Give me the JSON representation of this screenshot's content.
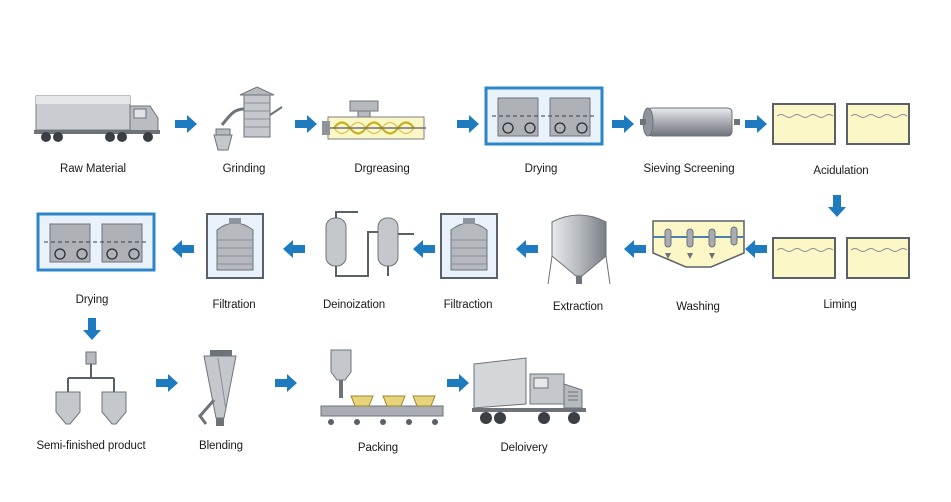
{
  "steps": {
    "raw_material": "Raw Material",
    "grinding": "Grinding",
    "degreasing": "Drgreasing",
    "drying_1": "Drying",
    "sieving": "Sieving Screening",
    "acidulation": "Acidulation",
    "liming": "Liming",
    "washing": "Washing",
    "extraction": "Extraction",
    "filtraction": "Filtraction",
    "deionization": "Deinoization",
    "filtration": "Filtration",
    "drying_2": "Drying",
    "semi_finished": "Semi-finished product",
    "blending": "Blending",
    "packing": "Packing",
    "delivery": "Deloivery"
  },
  "colors": {
    "arrow": "#1e7bbf",
    "steel": "#a9adb3",
    "steel_dark": "#6e7379",
    "tank_liquid": "#fcf7c6",
    "tank_frame": "#5a6068",
    "blue_frame": "#2d86c9",
    "auger": "#c8b020"
  },
  "arrow_icon": "right-arrow-icon"
}
